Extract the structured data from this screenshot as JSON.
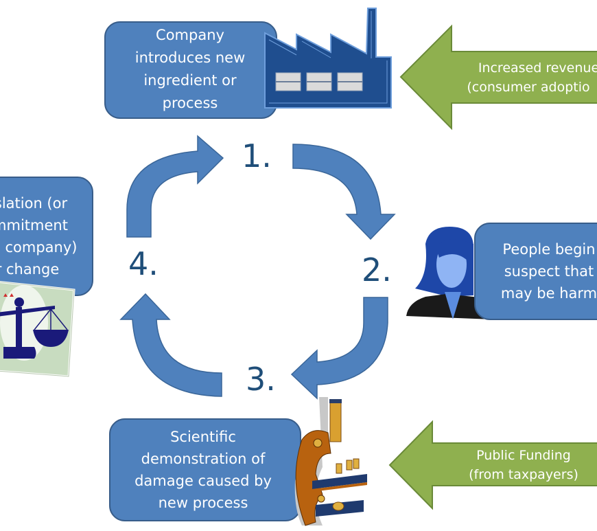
{
  "diagram": {
    "colors": {
      "box_fill": "#4f81bd",
      "box_stroke": "#385d8a",
      "cycle_arrow": "#4f81bd",
      "step_number": "#1f4e79",
      "green_arrow": "#8fb04f",
      "green_stroke": "#6a8a38",
      "factory": "#1f4e8f"
    },
    "steps": [
      {
        "number": "1.",
        "text": [
          "Company",
          "introduces new",
          "ingredient or",
          "process"
        ]
      },
      {
        "number": "2.",
        "text": [
          "People begin",
          "suspect that",
          "may be harm"
        ]
      },
      {
        "number": "3.",
        "text": [
          "Scientific",
          "demonstration of",
          "damage caused by",
          "new process"
        ]
      },
      {
        "number": "4.",
        "text": [
          "slation (or",
          "mmitment",
          "n company)",
          "r change"
        ]
      }
    ],
    "inputs": [
      {
        "text": [
          "Increased revenue",
          "(consumer adoptio"
        ]
      },
      {
        "text": [
          "Public Funding",
          "(from taxpayers)"
        ]
      }
    ],
    "icons": [
      "factory-icon",
      "woman-icon",
      "microscope-icon",
      "scales-of-justice-icon"
    ]
  }
}
